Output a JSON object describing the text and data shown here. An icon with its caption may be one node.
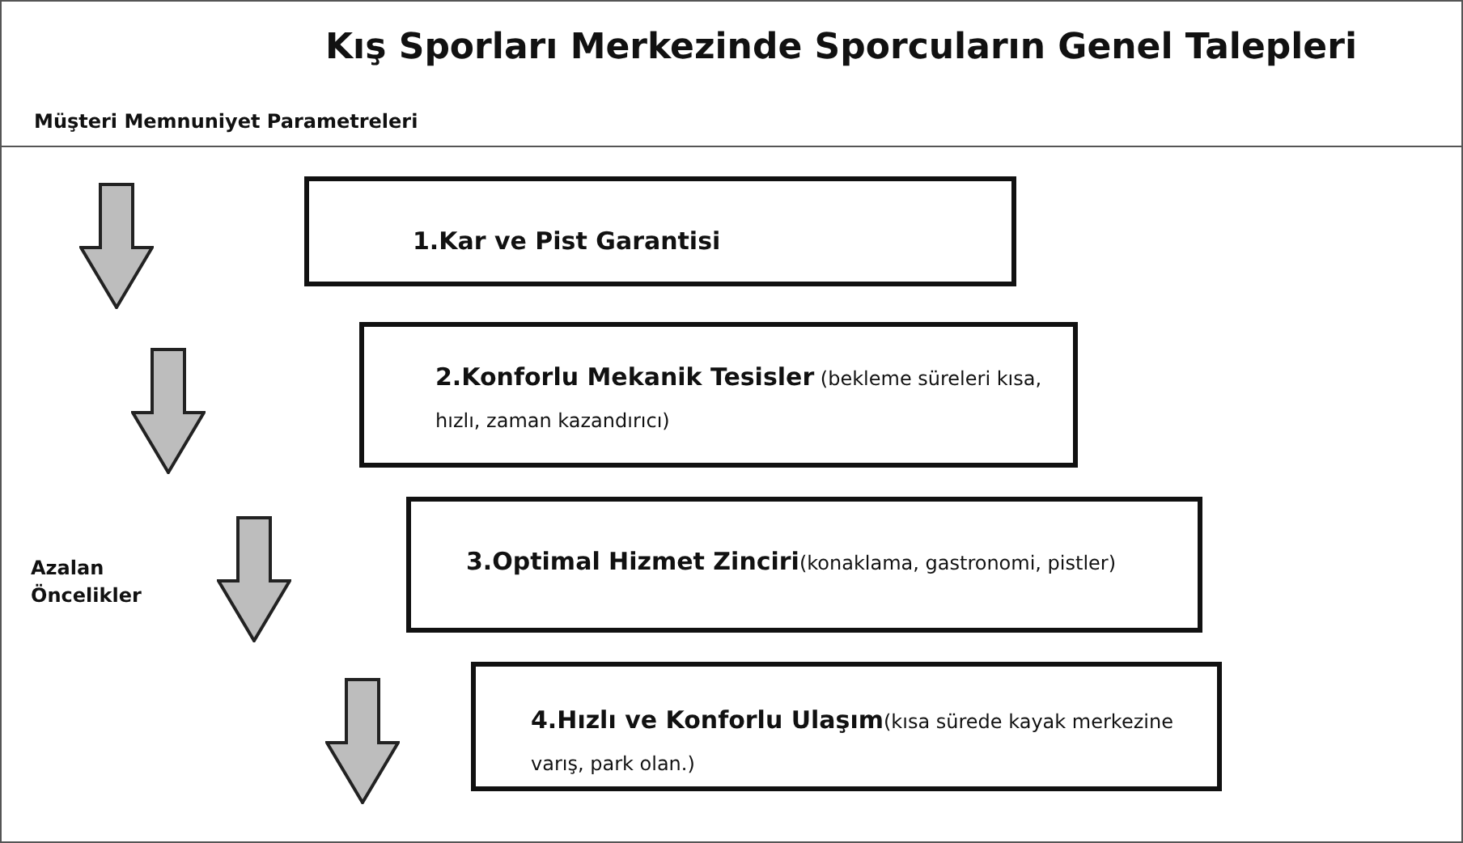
{
  "diagram": {
    "title": "Kış Sporları Merkezinde Sporcuların Genel Talepleri",
    "nodes": [
      {
        "text": [
          "**1.Kar ve Pist Garantisi**"
        ]
      },
      {
        "text": [
          "**2.Konforlu Mekanik Tesisler** (bekleme süreleri kısa, hızlı, zaman kazandırıcı)"
        ]
      },
      {
        "text": [
          "**3.Optimal Hizmet Zinciri**(konaklama, gastronomi, pistler)"
        ]
      },
      {
        "text": [
          "**4.Hızlı ve Konforlu Ulaşım**(kısa sürede kayak merkezine varış, park olan.)"
        ]
      }
    ],
    "labels": [
      "Müşteri Memnuniyet Parametreleri",
      "Azalan Öncelikler"
    ]
  }
}
